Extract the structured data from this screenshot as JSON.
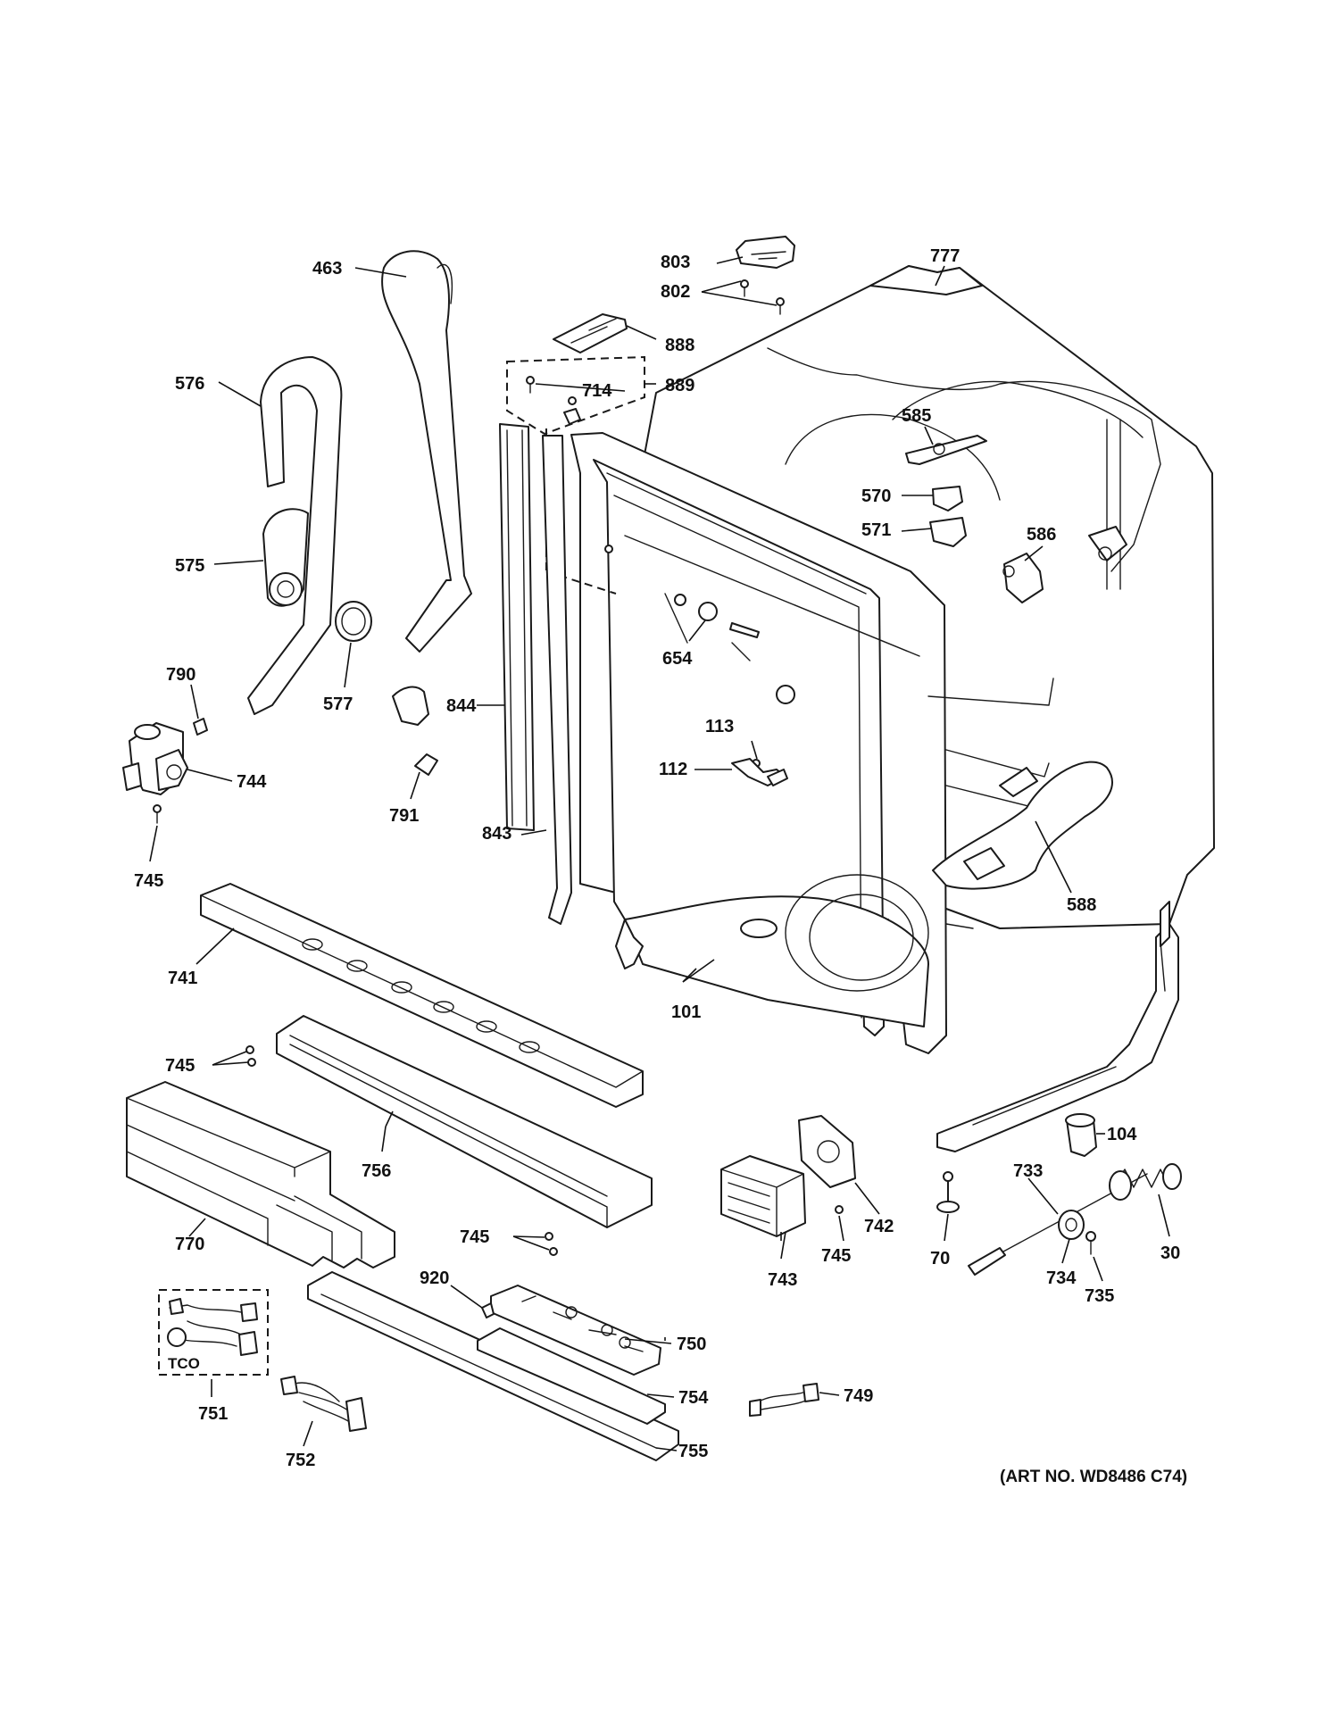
{
  "diagram": {
    "art_number": "(ART NO. WD8486 C74)",
    "tco_label": "TCO",
    "callouts": [
      {
        "id": "463",
        "label": "463"
      },
      {
        "id": "576",
        "label": "576"
      },
      {
        "id": "575",
        "label": "575"
      },
      {
        "id": "577",
        "label": "577"
      },
      {
        "id": "790",
        "label": "790"
      },
      {
        "id": "744",
        "label": "744"
      },
      {
        "id": "745a",
        "label": "745"
      },
      {
        "id": "791",
        "label": "791"
      },
      {
        "id": "844",
        "label": "844"
      },
      {
        "id": "843",
        "label": "843"
      },
      {
        "id": "803",
        "label": "803"
      },
      {
        "id": "802",
        "label": "802"
      },
      {
        "id": "888",
        "label": "888"
      },
      {
        "id": "714",
        "label": "714"
      },
      {
        "id": "889",
        "label": "889"
      },
      {
        "id": "777",
        "label": "777"
      },
      {
        "id": "585",
        "label": "585"
      },
      {
        "id": "570",
        "label": "570"
      },
      {
        "id": "571",
        "label": "571"
      },
      {
        "id": "586",
        "label": "586"
      },
      {
        "id": "654",
        "label": "654"
      },
      {
        "id": "113",
        "label": "113"
      },
      {
        "id": "112",
        "label": "112"
      },
      {
        "id": "588",
        "label": "588"
      },
      {
        "id": "101",
        "label": "101"
      },
      {
        "id": "741",
        "label": "741"
      },
      {
        "id": "745b",
        "label": "745"
      },
      {
        "id": "756",
        "label": "756"
      },
      {
        "id": "770",
        "label": "770"
      },
      {
        "id": "745c",
        "label": "745"
      },
      {
        "id": "920",
        "label": "920"
      },
      {
        "id": "750",
        "label": "750"
      },
      {
        "id": "754",
        "label": "754"
      },
      {
        "id": "755",
        "label": "755"
      },
      {
        "id": "751",
        "label": "751"
      },
      {
        "id": "752",
        "label": "752"
      },
      {
        "id": "749",
        "label": "749"
      },
      {
        "id": "743",
        "label": "743"
      },
      {
        "id": "742",
        "label": "742"
      },
      {
        "id": "745d",
        "label": "745"
      },
      {
        "id": "104",
        "label": "104"
      },
      {
        "id": "733",
        "label": "733"
      },
      {
        "id": "70",
        "label": "70"
      },
      {
        "id": "734",
        "label": "734"
      },
      {
        "id": "735",
        "label": "735"
      },
      {
        "id": "30",
        "label": "30"
      }
    ]
  }
}
